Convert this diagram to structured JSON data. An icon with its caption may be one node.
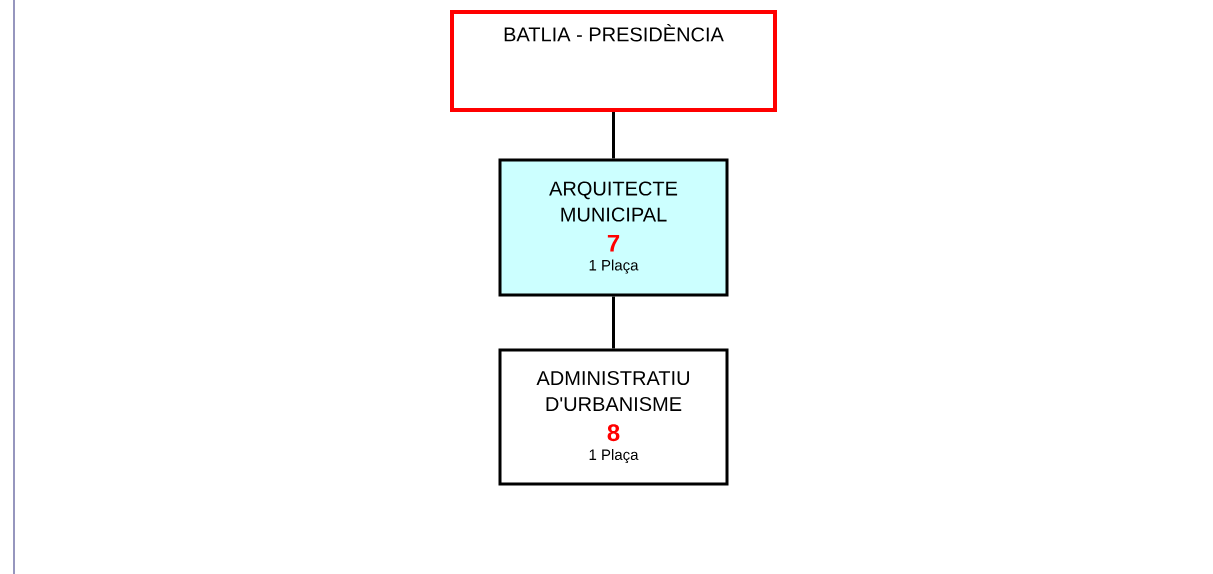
{
  "diagram": {
    "nodes": [
      {
        "text": [
          "BATLIA - PRESIDÈNCIA"
        ]
      },
      {
        "text": [
          "ARQUITECTE MUNICIPAL",
          "7",
          "1 Plaça"
        ]
      },
      {
        "text": [
          "ADMINISTRATIU D'URBANISME",
          "8",
          "1 Plaça"
        ]
      }
    ],
    "edges": [
      {
        "from": 0,
        "to": 1,
        "arrow": "none"
      },
      {
        "from": 1,
        "to": 2,
        "arrow": "none"
      }
    ]
  }
}
